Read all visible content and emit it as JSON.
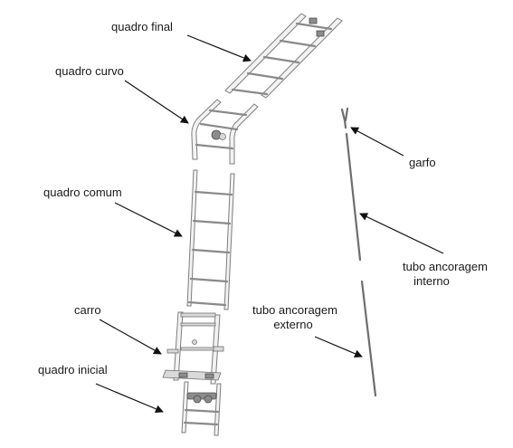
{
  "labels": {
    "quadro_final": "quadro final",
    "quadro_curvo": "quadro curvo",
    "quadro_comum": "quadro comum",
    "carro": "carro",
    "quadro_inicial": "quadro inicial",
    "garfo": "garfo",
    "tubo_ancoragem_interno_line1": "tubo ancoragem",
    "tubo_ancoragem_interno_line2": "interno",
    "tubo_ancoragem_externo_line1": "tubo ancoragem",
    "tubo_ancoragem_externo_line2": "externo"
  }
}
